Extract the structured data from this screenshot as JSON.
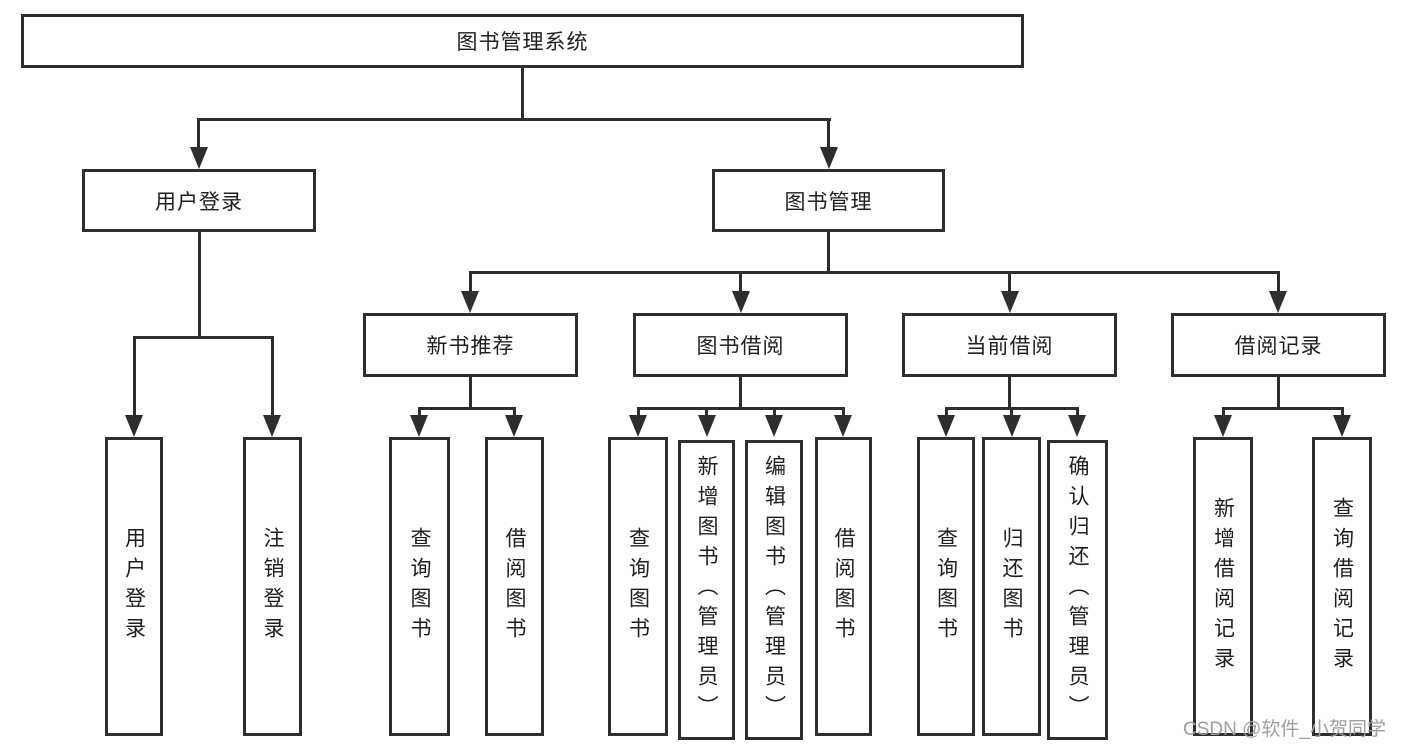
{
  "title": "图书管理系统",
  "branches": {
    "user_login": {
      "label": "用户登录",
      "children": [
        "用户登录",
        "注销登录"
      ]
    },
    "book_mgmt": {
      "label": "图书管理",
      "groups": [
        {
          "label": "新书推荐",
          "children": [
            "查询图书",
            "借阅图书"
          ]
        },
        {
          "label": "图书借阅",
          "children": [
            "查询图书",
            "新增图书（管理员）",
            "编辑图书（管理员）",
            "借阅图书"
          ]
        },
        {
          "label": "当前借阅",
          "children": [
            "查询图书",
            "归还图书",
            "确认归还（管理员）"
          ]
        },
        {
          "label": "借阅记录",
          "children": [
            "新增借阅记录",
            "查询借阅记录"
          ]
        }
      ]
    }
  },
  "watermark": "CSDN @软件_小贺同学",
  "colors": {
    "line": "#2e2e2e",
    "text": "#1f1f1f",
    "box_background": "#ffffff",
    "watermark": "#9f9f9f",
    "background": "#ffffff"
  }
}
